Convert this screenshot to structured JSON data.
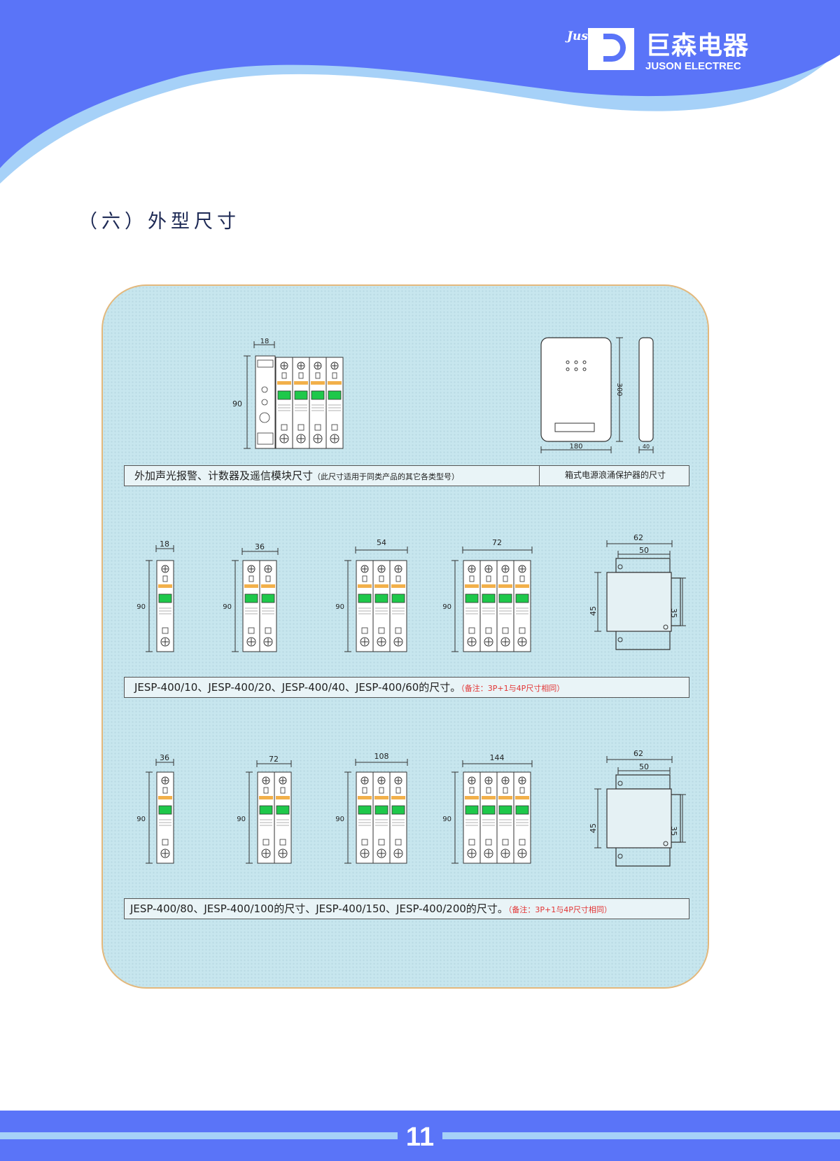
{
  "header": {
    "logo_en": "Juson",
    "logo_cn": "巨森电器",
    "logo_sub": "JUSON ELECTREC"
  },
  "section_title": "（六）外型尺寸",
  "row1": {
    "caption_main": "外加声光报警、计数器及遥信模块尺寸",
    "caption_note": "（此尺寸适用于同类产品的其它各类型号）",
    "caption_right": "箱式电源浪涌保护器的尺寸",
    "module_width": "18",
    "module_height": "90",
    "box_height": "300",
    "box_width": "180",
    "box_depth": "40"
  },
  "row2": {
    "widths": [
      "18",
      "36",
      "54",
      "72"
    ],
    "height": "90",
    "side": {
      "outer": "62",
      "inner": "50",
      "height": "45",
      "rail": "35"
    },
    "caption": "JESP-400/10、JESP-400/20、JESP-400/40、JESP-400/60的尺寸。",
    "note": "（备注：3P+1与4P尺寸相同）"
  },
  "row3": {
    "widths": [
      "36",
      "72",
      "108",
      "144"
    ],
    "height": "90",
    "side": {
      "outer": "62",
      "inner": "50",
      "height": "45",
      "rail": "35"
    },
    "caption": "JESP-400/80、JESP-400/100的尺寸、JESP-400/150、JESP-400/200的尺寸。",
    "note": "（备注：3P+1与4P尺寸相同）"
  },
  "footer": {
    "page_number": "11"
  },
  "colors": {
    "header_blue": "#5a74f8",
    "wave_light": "#a6d1f8",
    "panel": "#c7e6ee",
    "panel_border": "#e3b87c",
    "module_green": "#1ec84a",
    "note_red": "#e23434"
  }
}
